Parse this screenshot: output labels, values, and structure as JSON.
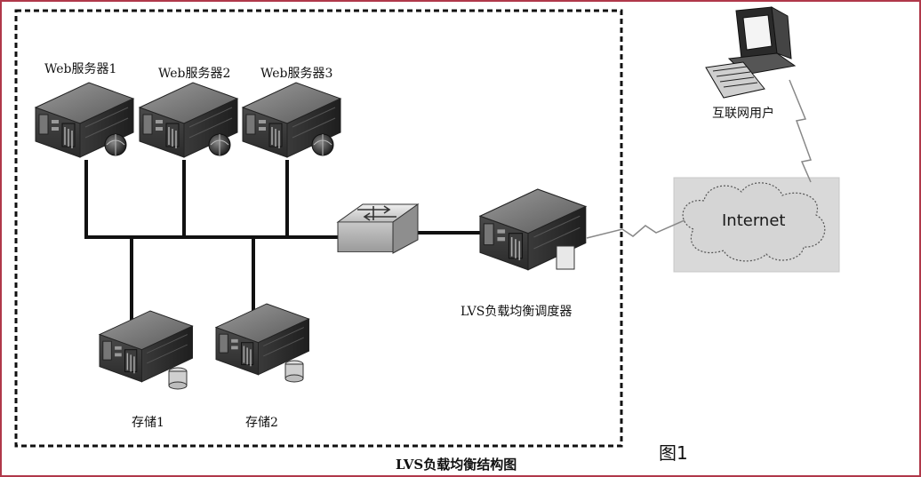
{
  "labels": {
    "web1": "Web服务器1",
    "web2": "Web服务器2",
    "web3": "Web服务器3",
    "lvs": "LVS负载均衡调度器",
    "storage1": "存储1",
    "storage2": "存储2",
    "user": "互联网用户",
    "internet": "Internet",
    "caption": "LVS负载均衡结构图",
    "figure_number": "图1"
  }
}
